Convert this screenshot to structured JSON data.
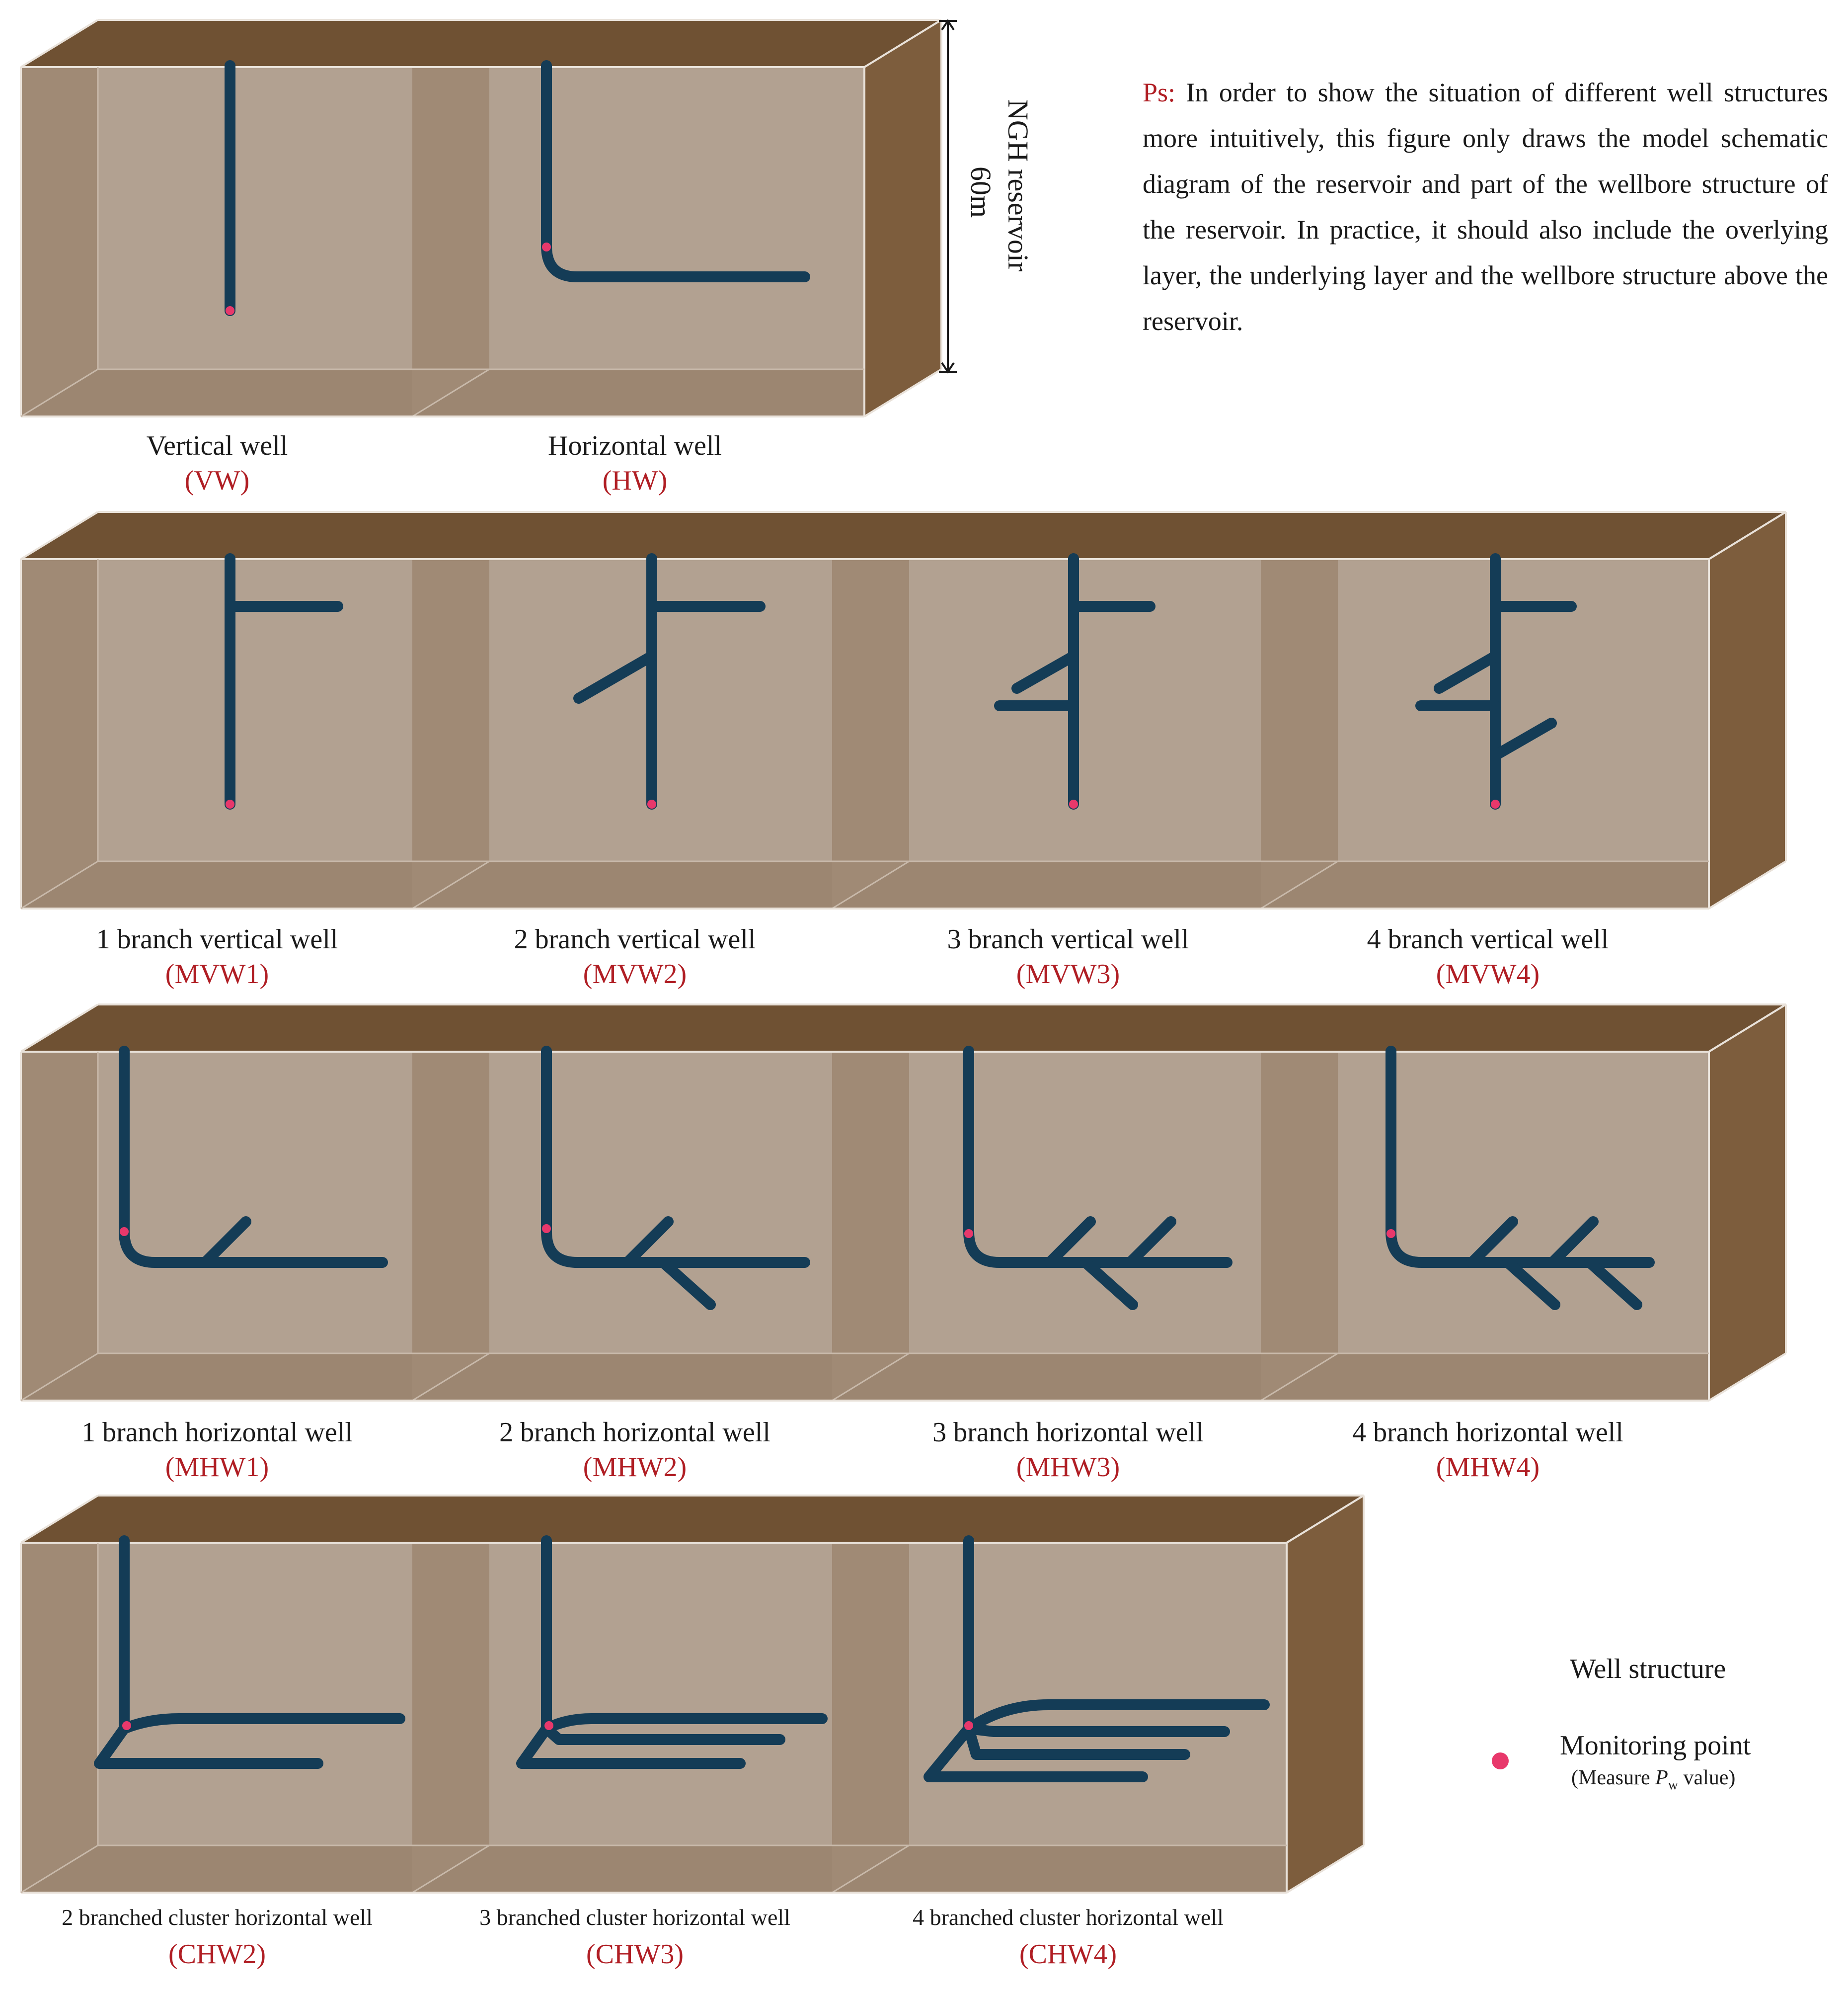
{
  "note": {
    "prefix": "Ps:",
    "text": "In order to show the situation of different well structures more intuitively, this figure only draws the model schematic diagram of the reservoir and part of the wellbore structure of the reservoir. In practice, it should also include the overlying layer, the underlying layer and the wellbore structure above the reservoir."
  },
  "dimension": {
    "line1": "NGH reservoir",
    "line2": "60m"
  },
  "legend": {
    "well_structure": "Well structure",
    "monitoring_point": "Monitoring point",
    "monitoring_sub_prefix": "(Measure ",
    "monitoring_sub_var": "P",
    "monitoring_sub_subscript": "w",
    "monitoring_sub_suffix": " value)"
  },
  "wells": [
    {
      "name": "Vertical well",
      "code": "(VW)"
    },
    {
      "name": "Horizontal well",
      "code": "(HW)"
    },
    {
      "name": "1 branch vertical well",
      "code": "(MVW1)"
    },
    {
      "name": "2 branch vertical well",
      "code": "(MVW2)"
    },
    {
      "name": "3 branch vertical well",
      "code": "(MVW3)"
    },
    {
      "name": "4 branch vertical well",
      "code": "(MVW4)"
    },
    {
      "name": "1 branch horizontal well",
      "code": "(MHW1)"
    },
    {
      "name": "2 branch horizontal well",
      "code": "(MHW2)"
    },
    {
      "name": "3 branch horizontal well",
      "code": "(MHW3)"
    },
    {
      "name": "4 branch horizontal well",
      "code": "(MHW4)"
    },
    {
      "name": "2 branched cluster horizontal well",
      "code": "(CHW2)"
    },
    {
      "name": "3 branched cluster horizontal well",
      "code": "(CHW3)"
    },
    {
      "name": "4 branched cluster horizontal well",
      "code": "(CHW4)"
    }
  ],
  "colors": {
    "box_top": "#6f5133",
    "box_right": "#7d5d3d",
    "box_front": "#b2a191",
    "box_shade": "#a08a75",
    "box_floor": "#9c8671",
    "well": "#143c56",
    "monitor": "#e8386b",
    "code_red": "#b01e24"
  }
}
